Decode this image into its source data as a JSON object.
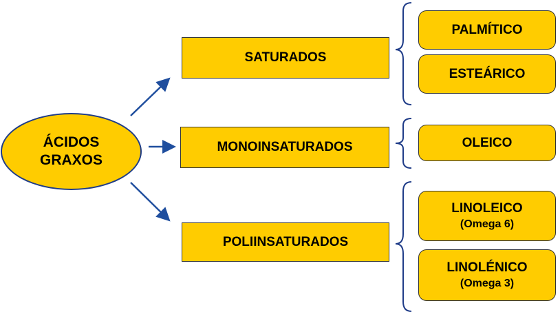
{
  "colors": {
    "box_fill": "#FFCC00",
    "arrow": "#1F4E9E",
    "brace": "#1F3C88"
  },
  "root": {
    "line1": "ÁCIDOS",
    "line2": "GRAXOS"
  },
  "categories": [
    {
      "label": "SATURADOS"
    },
    {
      "label": "MONOINSATURADOS"
    },
    {
      "label": "POLIINSATURADOS"
    }
  ],
  "acids": {
    "palmitico": {
      "name": "PALMÍTICO"
    },
    "estearico": {
      "name": "ESTEÁRICO"
    },
    "oleico": {
      "name": "OLEICO"
    },
    "linoleico": {
      "name": "LINOLEICO",
      "note": "(Omega 6)"
    },
    "linolenico": {
      "name": "LINOLÉNICO",
      "note": "(Omega 3)"
    }
  }
}
